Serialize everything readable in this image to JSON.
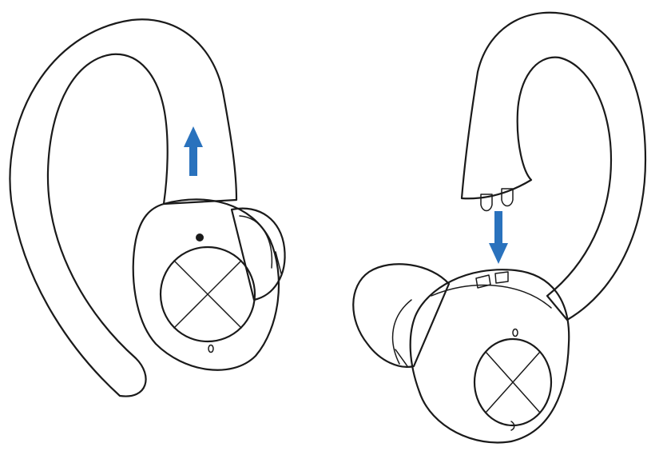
{
  "colors": {
    "outline": "#1a1a1a",
    "hook_highlight": "#bfcbe8",
    "pin_fill": "#c6d0ea",
    "arrow": "#2a72bd",
    "background": "#ffffff"
  },
  "figures": [
    {
      "name": "earbud-with-ear-hook-attached",
      "arrow_direction": "up"
    },
    {
      "name": "earbud-with-ear-hook-detached",
      "arrow_direction": "down"
    }
  ]
}
